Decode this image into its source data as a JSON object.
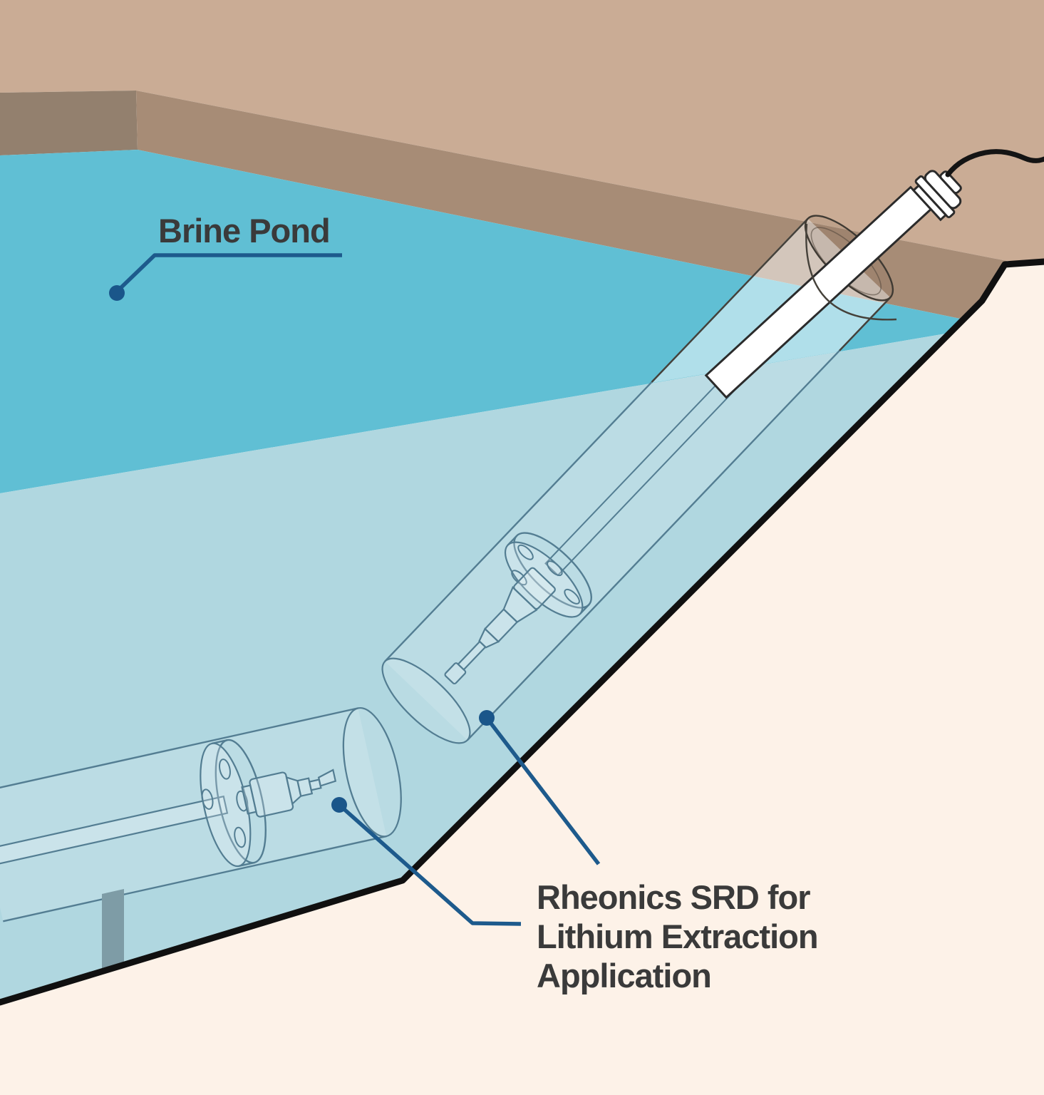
{
  "labels": {
    "brine_pond": "Brine Pond",
    "sensor_callout": [
      "Rheonics SRD for",
      "Lithium Extraction",
      "Application"
    ]
  },
  "colors": {
    "ground": "#caac95",
    "bank_shadow": "#93806e",
    "bank": "#a78c76",
    "water": "#60bfd4",
    "underwater_slope": "#b0d7e0",
    "cutaway": "#fdf2e8",
    "boundary_black": "#101010",
    "equipment_outline": "#537d92",
    "leader_line": "#1d5a8c",
    "label_text": "#3a3a3a",
    "support_post": "#7e9ca6",
    "probe_white": "#ffffff",
    "cable_black": "#141414"
  }
}
